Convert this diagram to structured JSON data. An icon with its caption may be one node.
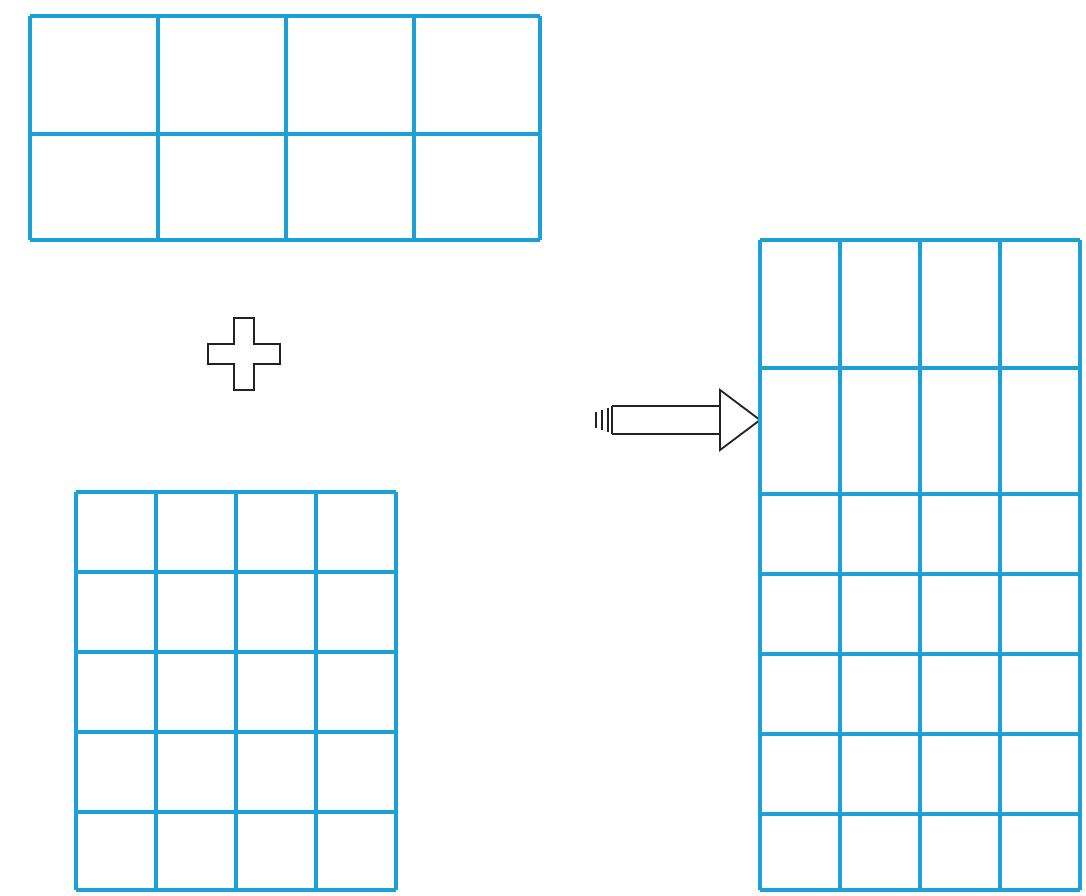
{
  "diagram": {
    "nodes": [
      {
        "text": [],
        "shape": "grid"
      },
      {
        "text": [],
        "shape": "grid"
      },
      {
        "text": [],
        "shape": "grid"
      }
    ],
    "edges": [
      {
        "from": null,
        "to": 2,
        "arrow": "to"
      }
    ]
  }
}
